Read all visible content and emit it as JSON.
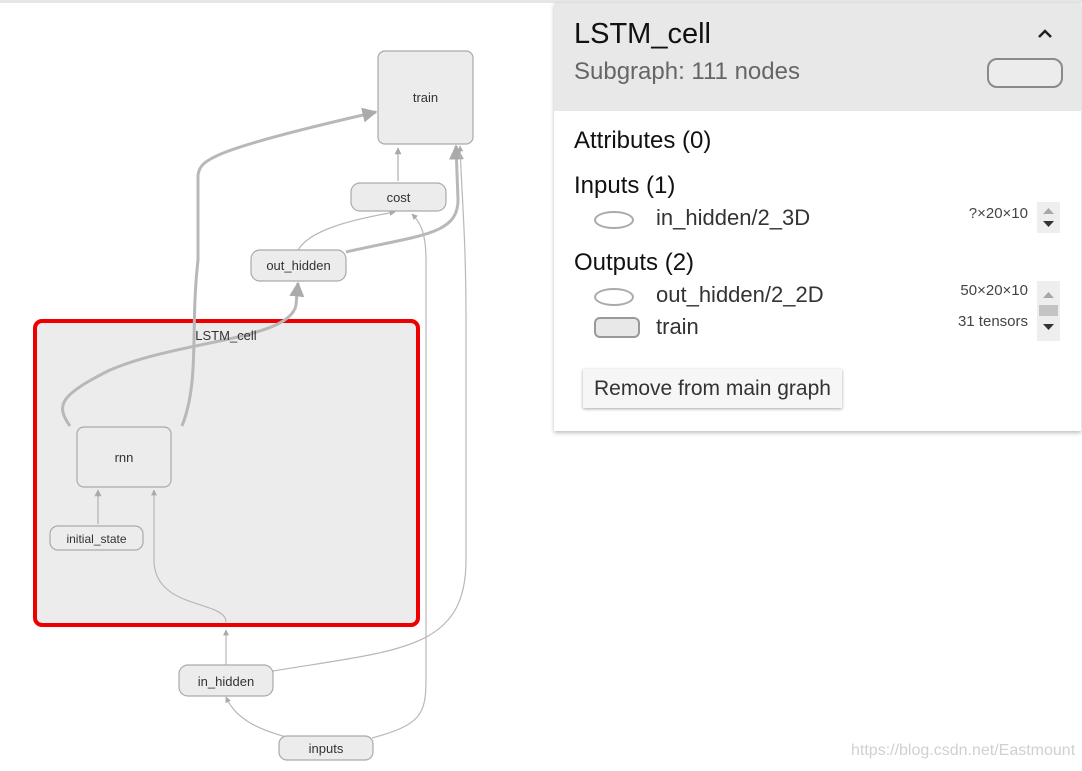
{
  "graph": {
    "nodes": {
      "train": "train",
      "cost": "cost",
      "out_hidden": "out_hidden",
      "lstm_cell": "LSTM_cell",
      "rnn": "rnn",
      "initial_state": "initial_state",
      "in_hidden": "in_hidden",
      "inputs": "inputs"
    },
    "accent_color": "#ee0000"
  },
  "panel": {
    "title": "LSTM_cell",
    "subtitle": "Subgraph: 111 nodes",
    "collapse_icon": "chevron-up-icon",
    "attributes_title": "Attributes (0)",
    "inputs_title": "Inputs (1)",
    "inputs": [
      {
        "label": "in_hidden/2_3D",
        "meta": "?×20×10"
      }
    ],
    "outputs_title": "Outputs (2)",
    "outputs": [
      {
        "label": "out_hidden/2_2D",
        "meta": "50×20×10"
      },
      {
        "label": "train",
        "meta": "31 tensors"
      }
    ],
    "remove_button": "Remove from main graph"
  },
  "watermark": "https://blog.csdn.net/Eastmount"
}
